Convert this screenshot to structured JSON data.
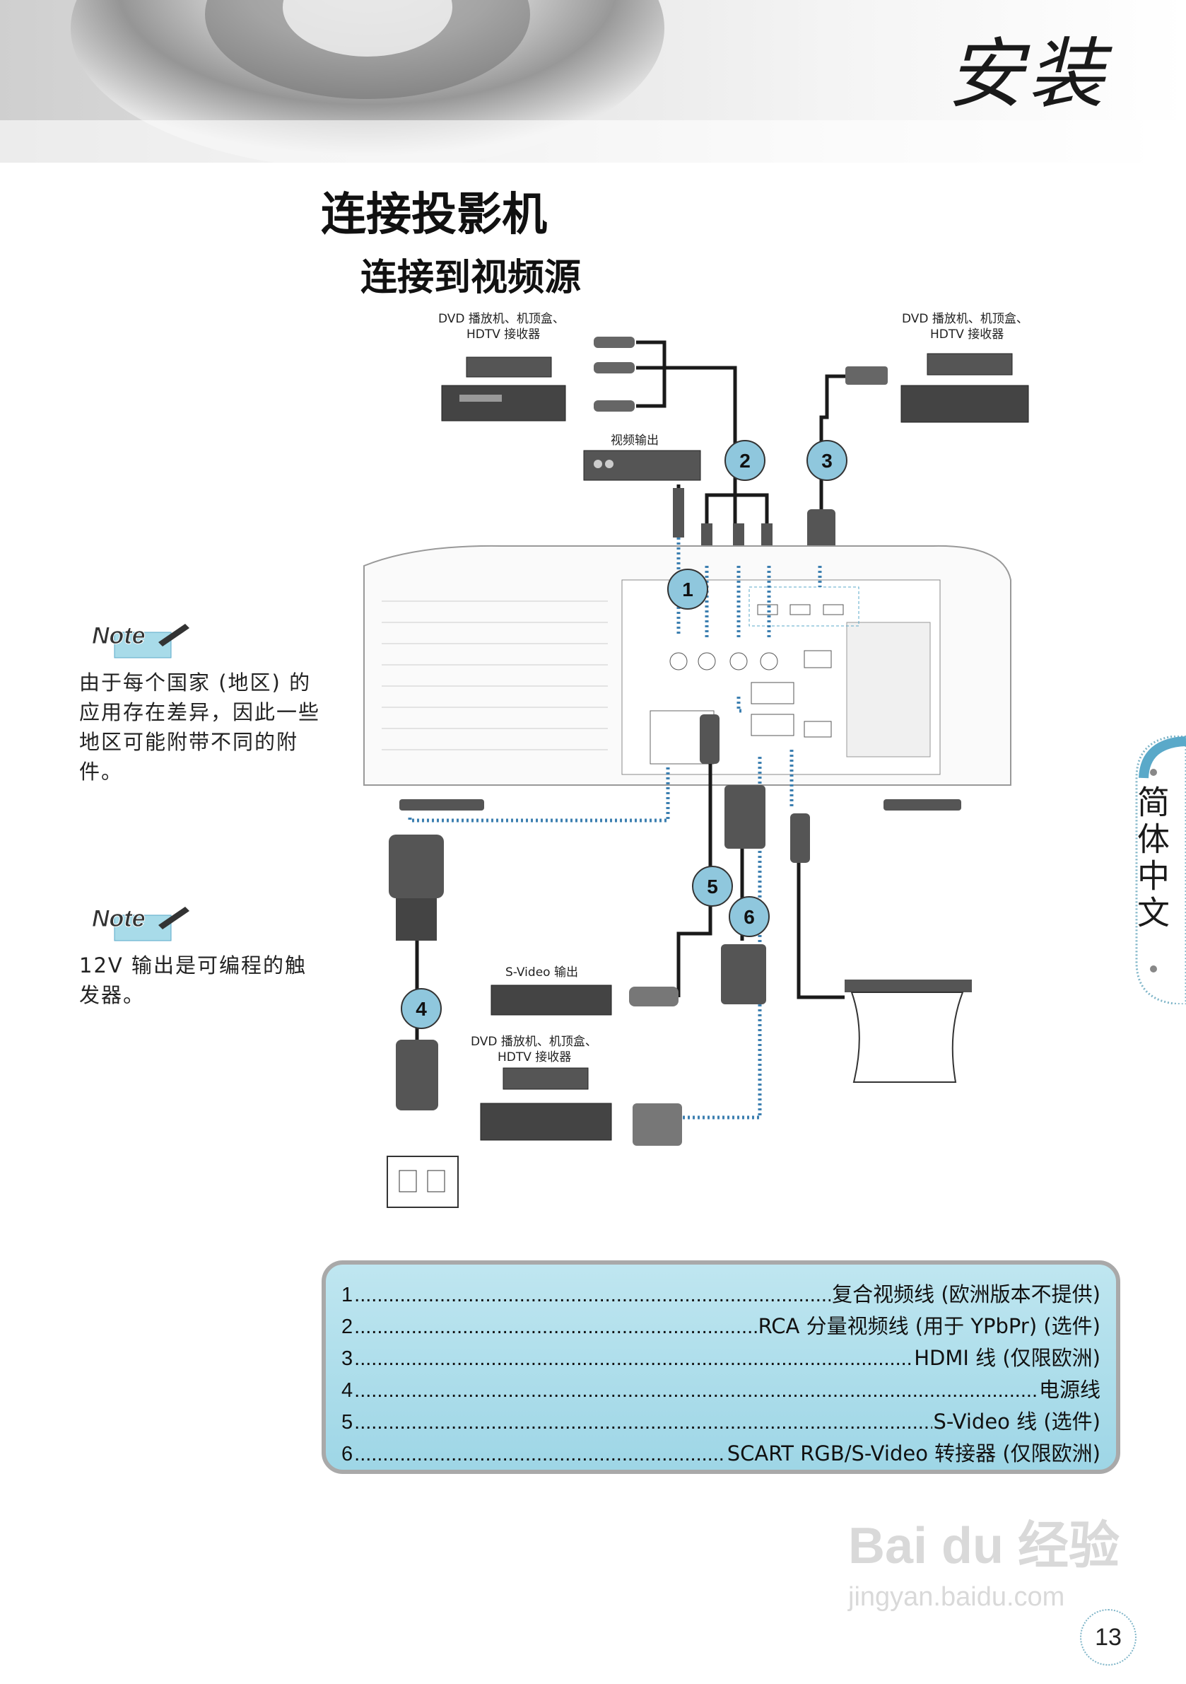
{
  "header": {
    "section_title": "安装"
  },
  "page": {
    "title": "连接投影机",
    "subtitle": "连接到视频源",
    "side_tab": "简体中文",
    "page_number": "13"
  },
  "diagram": {
    "source_top_left": [
      "DVD 播放机、机顶盒、",
      "HDTV 接收器"
    ],
    "source_top_right": [
      "DVD 播放机、机顶盒、",
      "HDTV 接收器"
    ],
    "video_out_label": "视频输出",
    "svideo_out_label": "S-Video 输出",
    "source_bottom": [
      "DVD 播放机、机顶盒、",
      "HDTV 接收器"
    ],
    "callouts": [
      "1",
      "2",
      "3",
      "4",
      "5",
      "6"
    ]
  },
  "notes": [
    {
      "logo": "Note",
      "text": "由于每个国家 (地区) 的应用存在差异，因此一些地区可能附带不同的附件。"
    },
    {
      "logo": "Note",
      "text": "12V 输出是可编程的触发器。"
    }
  ],
  "legend": [
    {
      "num": "1",
      "text": "复合视频线 (欧洲版本不提供)"
    },
    {
      "num": "2",
      "text": "RCA 分量视频线 (用于 YPbPr) (选件)"
    },
    {
      "num": "3",
      "text": "HDMI 线 (仅限欧洲)"
    },
    {
      "num": "4",
      "text": "电源线"
    },
    {
      "num": "5",
      "text": "S-Video 线 (选件)"
    },
    {
      "num": "6",
      "text": "SCART RGB/S-Video 转接器 (仅限欧洲)"
    }
  ],
  "watermark": {
    "brand": "Bai du 经验",
    "url": "jingyan.baidu.com"
  },
  "colors": {
    "accent_blue": "#5aa9c9",
    "legend_bg": "#a8dbe9",
    "callout_bg": "#8fc7dd"
  }
}
